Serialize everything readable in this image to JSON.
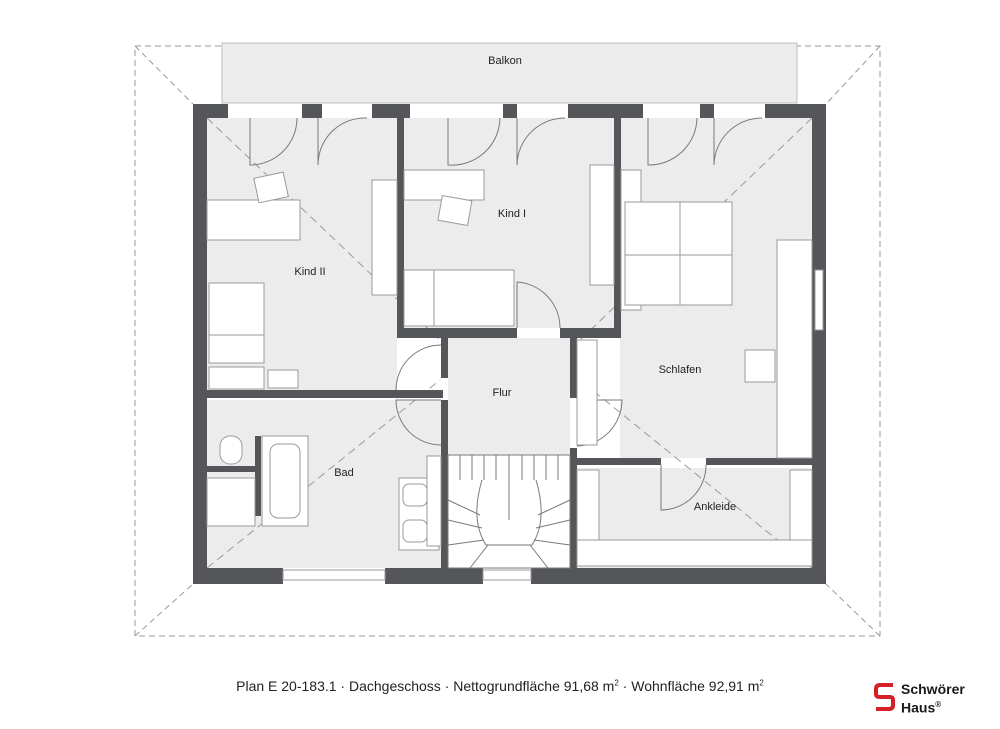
{
  "plan": {
    "rooms": {
      "balkon": "Balkon",
      "kind1": "Kind I",
      "kind2": "Kind II",
      "schlafen": "Schlafen",
      "flur": "Flur",
      "bad": "Bad",
      "ankleide": "Ankleide"
    }
  },
  "caption": {
    "part1": "Plan E 20-183.1 · Dachgeschoss · Nettogrundfläche 91,68 m",
    "sup1": "2",
    "part2": " · Wohnfläche 92,91 m",
    "sup2": "2"
  },
  "logo": {
    "line1": "Schwörer",
    "line2": "Haus",
    "reg": "®",
    "color": "#d42027"
  },
  "colors": {
    "wall": "#54565a",
    "floor": "#ececec",
    "line": "#9a9a9a"
  }
}
